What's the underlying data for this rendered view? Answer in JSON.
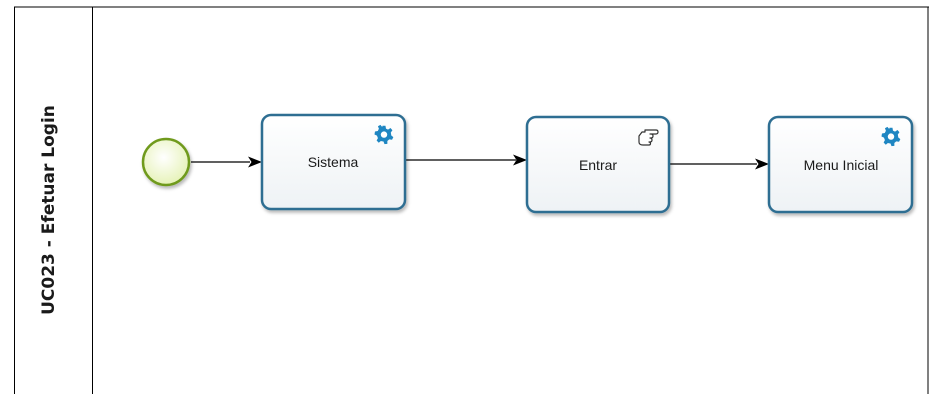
{
  "pool": {
    "lane_title": "UC023 - Efetuar Login"
  },
  "events": [
    {
      "type": "start",
      "name": "start-event"
    }
  ],
  "tasks": [
    {
      "id": "sistema",
      "label": "Sistema",
      "task_type": "service",
      "icon": "gear-icon"
    },
    {
      "id": "entrar",
      "label": "Entrar",
      "task_type": "manual",
      "icon": "hand-pointer-icon"
    },
    {
      "id": "menu-inicial",
      "label": "Menu Inicial",
      "task_type": "service",
      "icon": "gear-icon"
    }
  ],
  "colors": {
    "task_border": "#2d6e92",
    "task_fill": "#ffffff",
    "start_border": "#6f9a1e",
    "start_fill": "#eef6c8",
    "gear": "#1f86c2",
    "line": "#000000"
  }
}
